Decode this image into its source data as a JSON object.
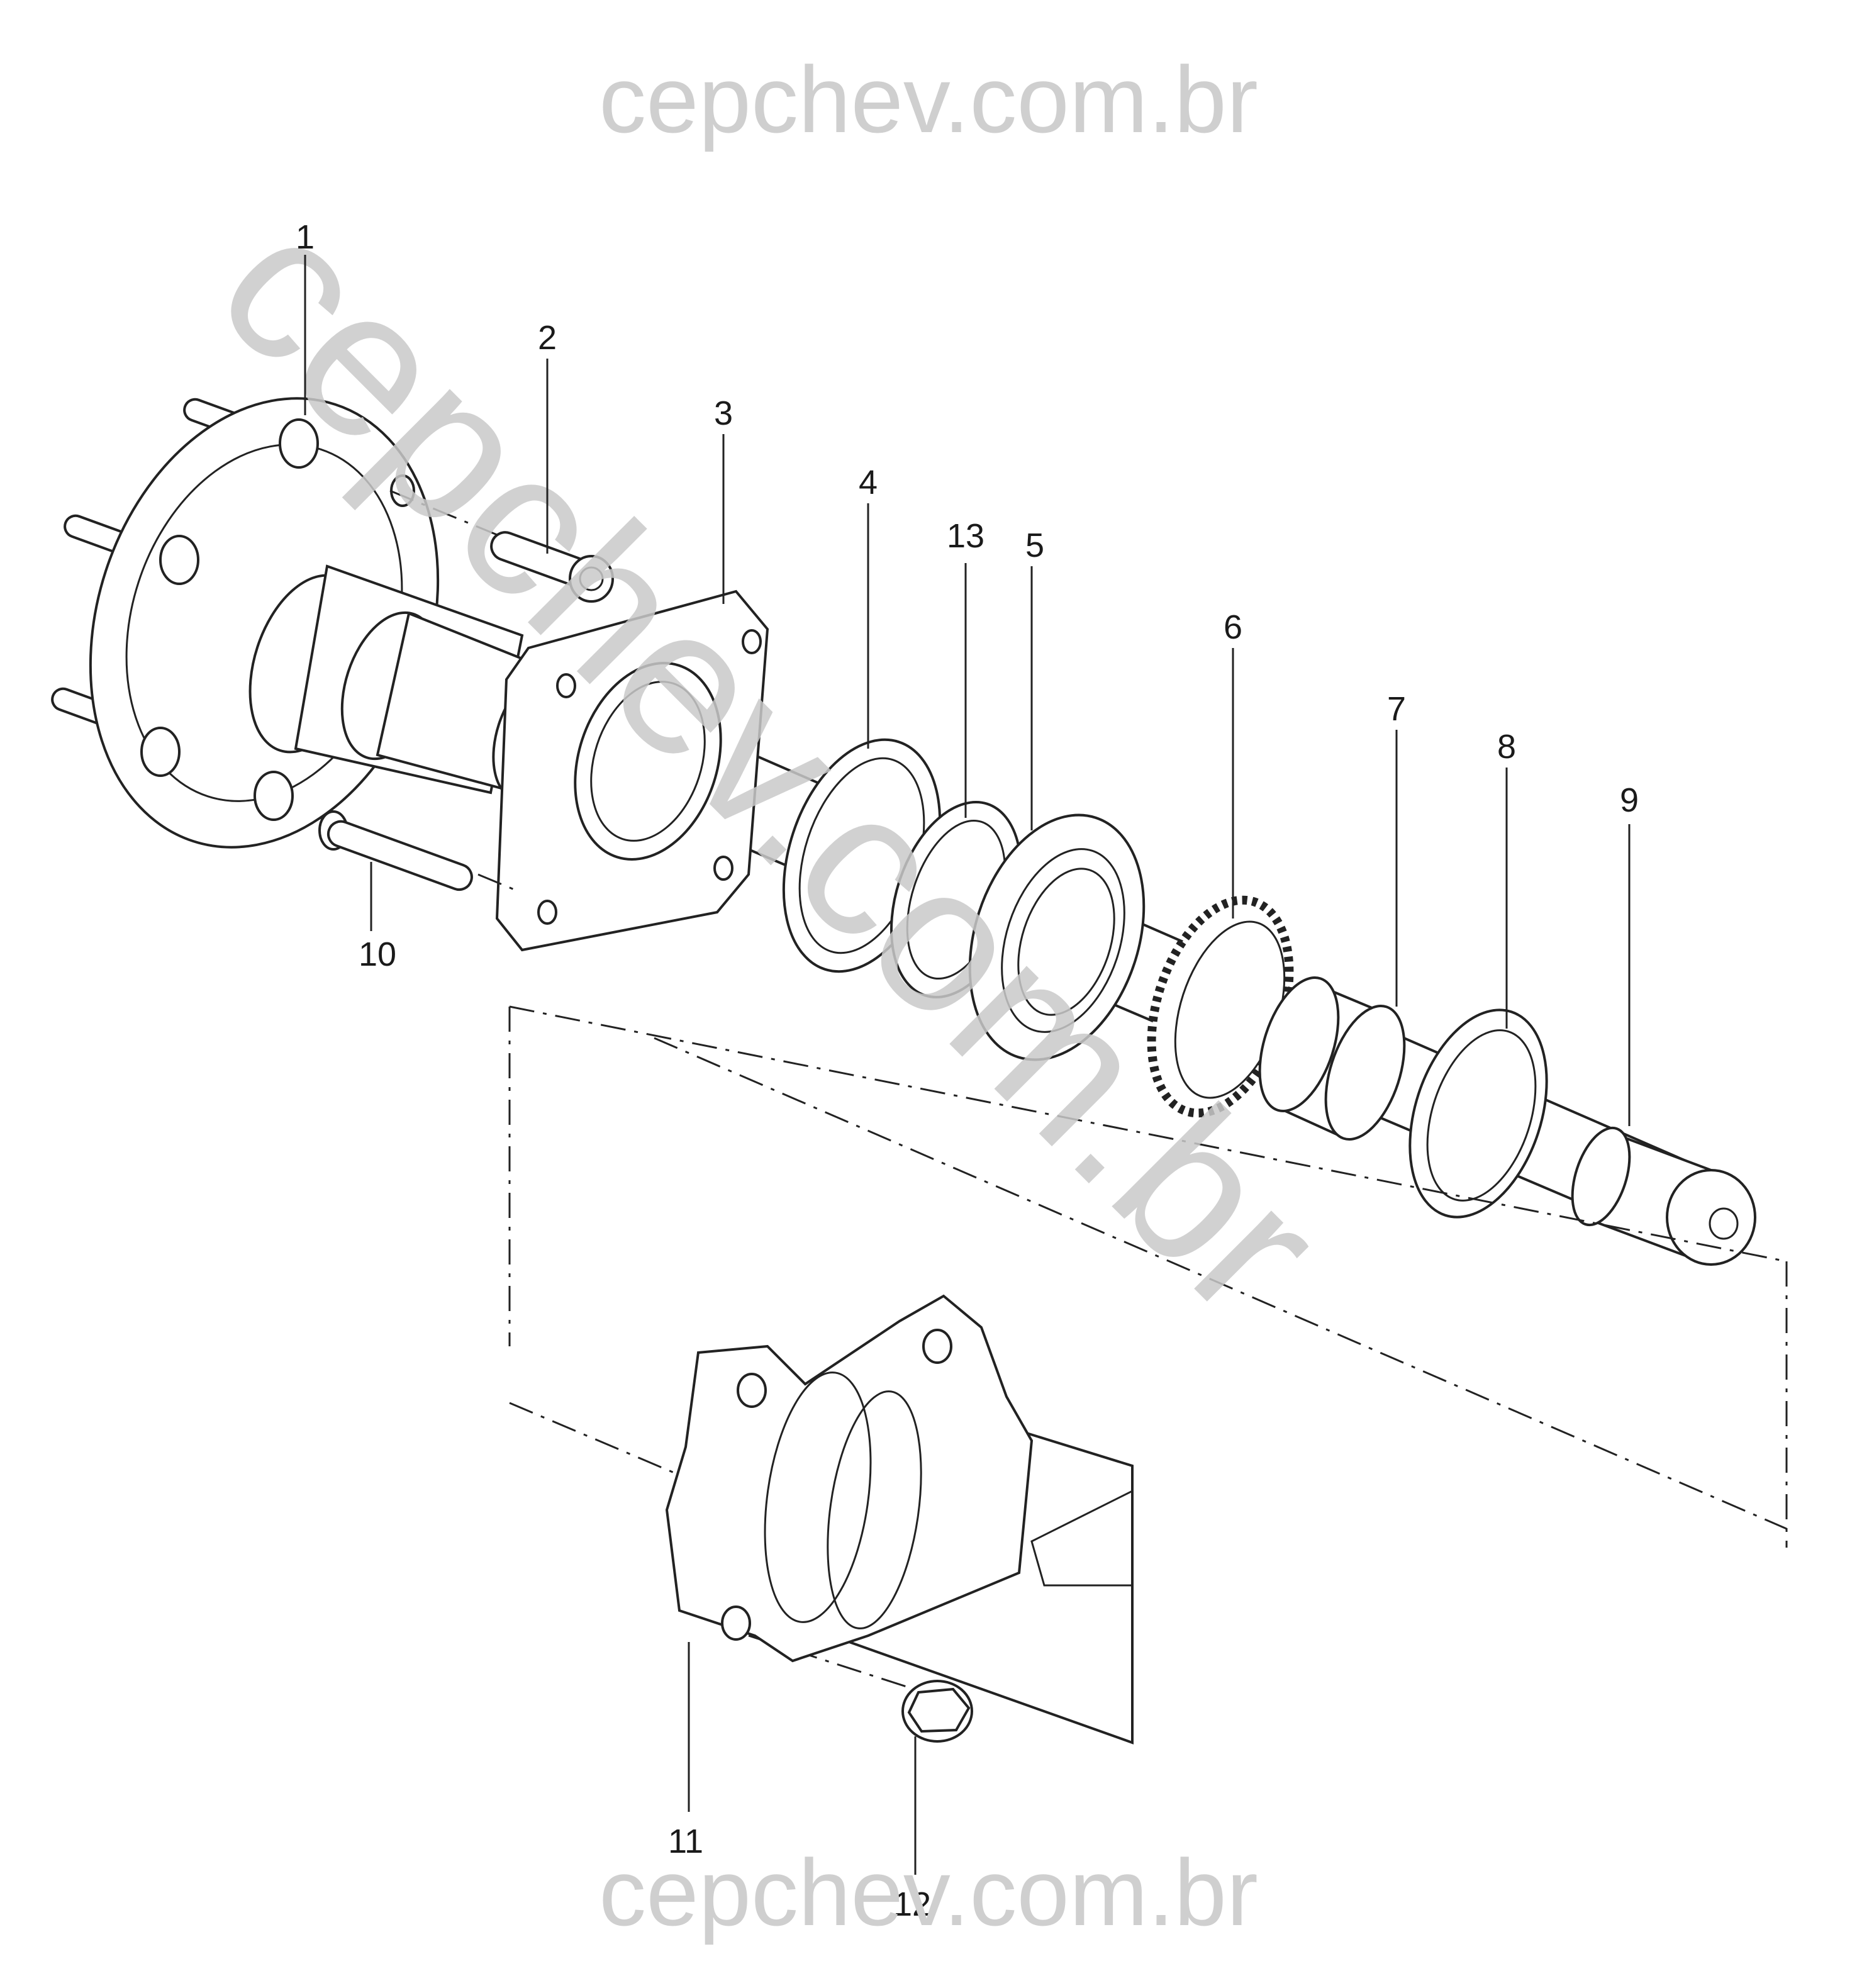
{
  "watermark": {
    "top": "cepchev.com.br",
    "bottom": "cepchev.com.br",
    "diagonal": "cepchev.com.br"
  },
  "callouts": [
    {
      "id": "1",
      "label": "1"
    },
    {
      "id": "2",
      "label": "2"
    },
    {
      "id": "3",
      "label": "3"
    },
    {
      "id": "4",
      "label": "4"
    },
    {
      "id": "13",
      "label": "13"
    },
    {
      "id": "5",
      "label": "5"
    },
    {
      "id": "6",
      "label": "6"
    },
    {
      "id": "7",
      "label": "7"
    },
    {
      "id": "8",
      "label": "8"
    },
    {
      "id": "9",
      "label": "9"
    },
    {
      "id": "10",
      "label": "10"
    },
    {
      "id": "11",
      "label": "11"
    },
    {
      "id": "12",
      "label": "12"
    }
  ]
}
